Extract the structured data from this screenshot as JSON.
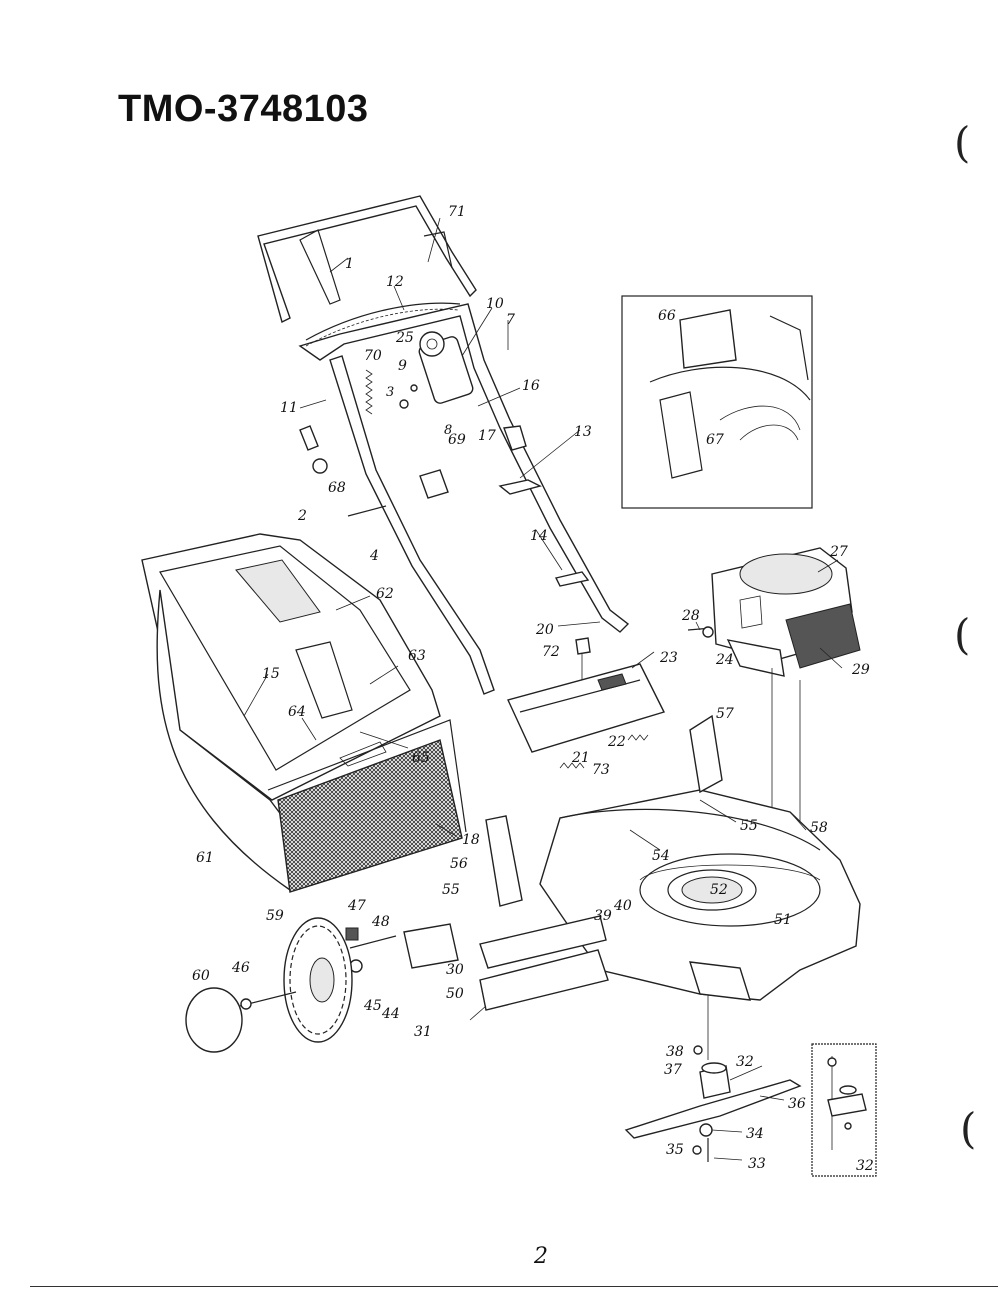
{
  "document": {
    "model_number": "TMO-3748103",
    "page_number": "2"
  },
  "part_labels": {
    "p1": "1",
    "p2": "2",
    "p3": "3",
    "p4": "4",
    "p7": "7",
    "p8": "8",
    "p9": "9",
    "p10": "10",
    "p11": "11",
    "p12": "12",
    "p13": "13",
    "p14": "14",
    "p15": "15",
    "p16": "16",
    "p17": "17",
    "p18": "18",
    "p20": "20",
    "p21": "21",
    "p22": "22",
    "p23": "23",
    "p24": "24",
    "p25": "25",
    "p27": "27",
    "p28": "28",
    "p29": "29",
    "p30": "30",
    "p31": "31",
    "p32": "32",
    "p32b": "32",
    "p33": "33",
    "p34": "34",
    "p35": "35",
    "p36": "36",
    "p37": "37",
    "p38": "38",
    "p39": "39",
    "p40": "40",
    "p44": "44",
    "p45": "45",
    "p46": "46",
    "p47": "47",
    "p48": "48",
    "p50": "50",
    "p51": "51",
    "p52": "52",
    "p54": "54",
    "p55": "55",
    "p55b": "55",
    "p56": "56",
    "p57": "57",
    "p58": "58",
    "p59": "59",
    "p60": "60",
    "p61": "61",
    "p62": "62",
    "p63": "63",
    "p64": "64",
    "p65": "65",
    "p66": "66",
    "p67": "67",
    "p68": "68",
    "p69": "69",
    "p70": "70",
    "p71": "71",
    "p72": "72",
    "p73": "73"
  }
}
